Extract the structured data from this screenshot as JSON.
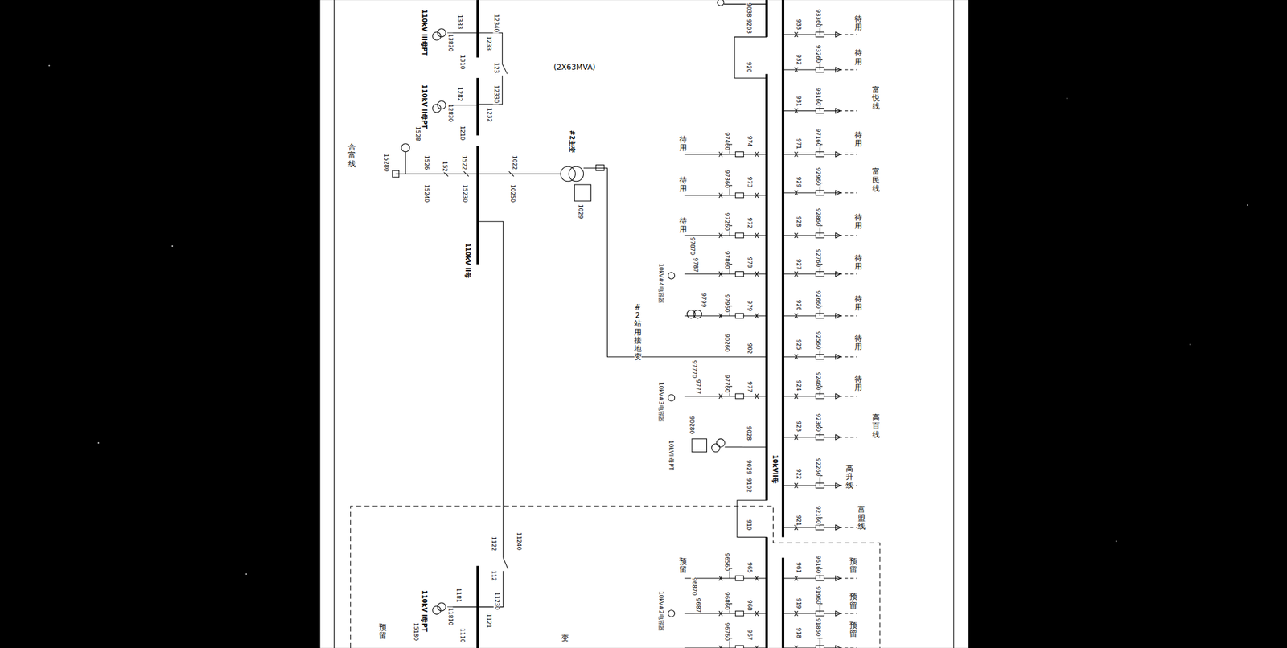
{
  "diagram": {
    "labels": [
      "110kV III母PT",
      "1383",
      "13830",
      "1310",
      "12340",
      "1233",
      "123",
      "12330",
      "(2X63MVA)",
      "110kV II母PT",
      "1282",
      "12830",
      "1210",
      "1232",
      "合富线",
      "15280",
      "1528",
      "1526",
      "152",
      "1522",
      "15240",
      "15230",
      "1022",
      "10250",
      "#2主变",
      "1029",
      "110kV II母",
      "1122",
      "11240",
      "112",
      "11230",
      "110kV I母PT",
      "1181",
      "11810",
      "1110",
      "1121",
      "15180",
      "预留",
      "变",
      "9038",
      "9203",
      "920",
      "933",
      "93360",
      "待用",
      "932",
      "93260",
      "待用",
      "931",
      "93160",
      "富悦线",
      "待用",
      "97460",
      "974",
      "971",
      "97160",
      "待用",
      "待用",
      "97360",
      "973",
      "929",
      "92960",
      "富民线",
      "待用",
      "97260",
      "972",
      "928",
      "92860",
      "待用",
      "10kV#4电容器",
      "97870",
      "9787",
      "97860",
      "978",
      "927",
      "92760",
      "待用",
      "#2站用接地变",
      "9799",
      "97960",
      "979",
      "926",
      "92660",
      "待用",
      "90260",
      "902",
      "925",
      "92560",
      "待用",
      "10kV#3电容器",
      "97770",
      "9777",
      "97760",
      "977",
      "924",
      "92460",
      "待用",
      "10kVII母PT",
      "90280",
      "9028",
      "9029",
      "923",
      "92360",
      "高百线",
      "10kVII母",
      "9102",
      "922",
      "92260",
      "高升线",
      "910",
      "921",
      "92160",
      "富盟线",
      "预留",
      "96560",
      "965",
      "961",
      "96160",
      "预留",
      "10kV#2电容器",
      "96870",
      "9687",
      "96860",
      "968",
      "919",
      "91960",
      "预留",
      "96760",
      "967",
      "918",
      "91860",
      "预留"
    ]
  }
}
